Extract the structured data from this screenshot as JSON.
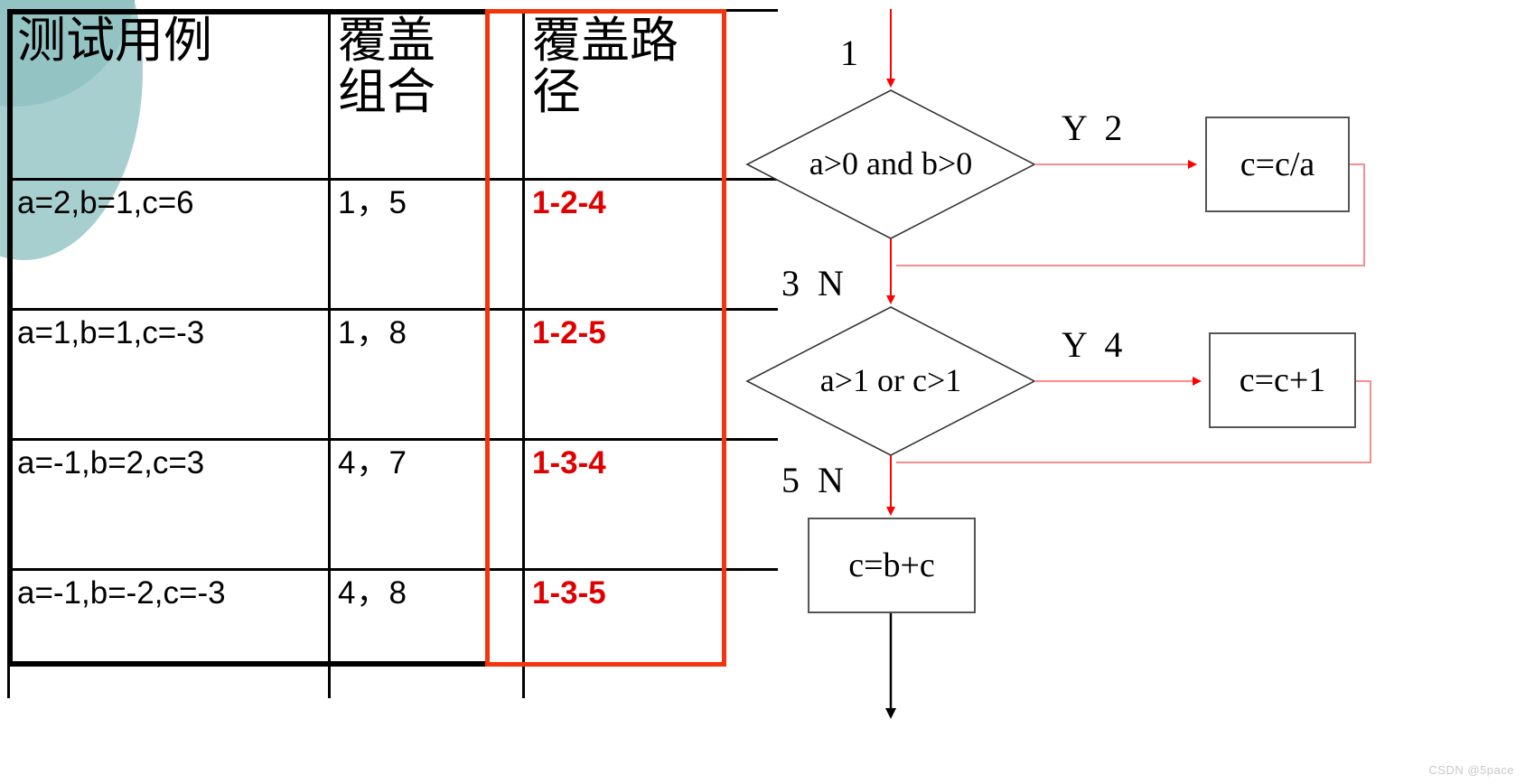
{
  "decoration": {
    "circle_dark_color": "#0d6b6b",
    "circle_light_color": "#9fcbcb"
  },
  "table": {
    "name": "test-case-coverage-table",
    "highlight_color": "#f4340c",
    "path_text_color": "#e00000",
    "columns": [
      {
        "key": "case",
        "header": "测试用例"
      },
      {
        "key": "combination",
        "header": "覆盖\n组合"
      },
      {
        "key": "path",
        "header": "覆盖路\n径"
      }
    ],
    "rows": [
      {
        "case": "a=2,b=1,c=6",
        "combination": "1，5",
        "path": "1-2-4"
      },
      {
        "case": "a=1,b=1,c=-3",
        "combination": "1，8",
        "path": "1-2-5"
      },
      {
        "case": "a=-1,b=2,c=3",
        "combination": "4，7",
        "path": "1-3-4"
      },
      {
        "case": "a=-1,b=-2,c=-3",
        "combination": "4，8",
        "path": "1-3-5"
      }
    ]
  },
  "flowchart": {
    "name": "program-flowchart",
    "edge_color_red": "#ff0000",
    "edge_color_pale_red": "#f98d8d",
    "edge_color_black": "#000000",
    "entry_label": "1",
    "decision1": {
      "text": "a>0 and b>0",
      "yes_label": "Y  2",
      "no_label": "3  N"
    },
    "decision2": {
      "text": "a>1 or c>1",
      "yes_label": "Y  4",
      "no_label": "5  N"
    },
    "process1": {
      "text": "c=c/a"
    },
    "process2": {
      "text": "c=c+1"
    },
    "process3": {
      "text": "c=b+c"
    }
  },
  "watermark": {
    "text": "CSDN @5pace"
  }
}
